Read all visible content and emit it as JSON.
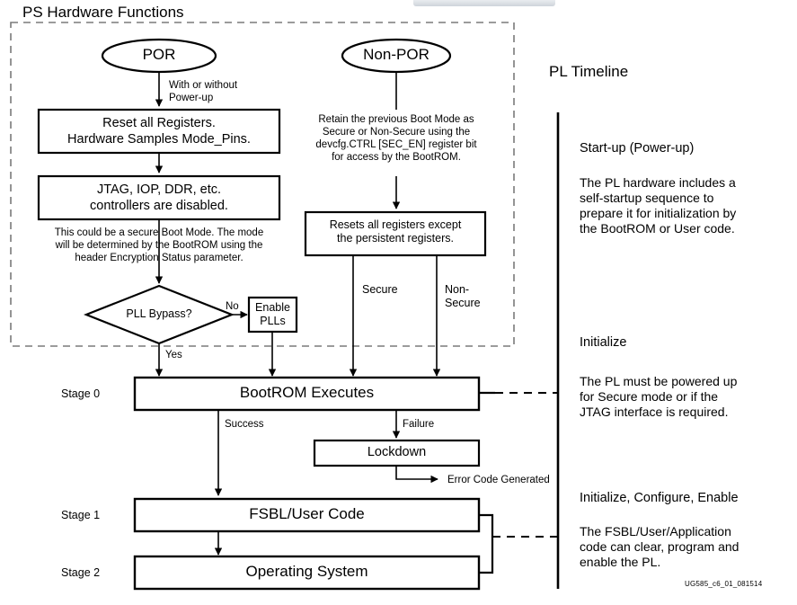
{
  "figure": {
    "group_title": "PS Hardware Functions",
    "timeline_title": "PL Timeline",
    "footer_id": "UG585_c6_01_081514",
    "colors": {
      "stroke": "#000000",
      "dashed_group": "#7a7a7a",
      "background": "#ffffff"
    }
  },
  "ps": {
    "por_node": "POR",
    "nonpor_node": "Non-POR",
    "por_arrow_note": "With or without\nPower-up",
    "box_reset_registers": "Reset all Registers.\nHardware Samples Mode_Pins.",
    "box_controllers_disabled": "JTAG, IOP, DDR, etc.\ncontrollers are disabled.",
    "note_secure_boot_mode": "This could be a secure Boot Mode. The mode\nwill be determined by the BootROM using the\nheader Encryption Status parameter.",
    "nonpor_note": "Retain the previous Boot Mode as\nSecure or Non-Secure using the\ndevcfg.CTRL [SEC_EN] register bit\nfor access by the BootROM.",
    "box_resets_persistent": "Resets all registers except\nthe persistent registers.",
    "label_secure": "Secure",
    "label_non_secure": "Non-\nSecure",
    "decision_pll_bypass": "PLL Bypass?",
    "label_no": "No",
    "label_yes": "Yes",
    "box_enable_plls": "Enable\nPLLs"
  },
  "stages": [
    {
      "name": "Stage 0",
      "box": "BootROM Executes"
    },
    {
      "name": "Stage 1",
      "box": "FSBL/User Code"
    },
    {
      "name": "Stage 2",
      "box": "Operating System"
    }
  ],
  "bootrom_branches": {
    "success": "Success",
    "failure": "Failure",
    "lockdown_box": "Lockdown",
    "error_code": "Error Code Generated"
  },
  "timeline_sections": [
    {
      "heading": "Start-up (Power-up)",
      "body": "The PL hardware includes a\nself-startup sequence to\nprepare it for initialization by\nthe BootROM or User code."
    },
    {
      "heading": "Initialize",
      "body": "The PL must be powered up\nfor Secure mode or if the\nJTAG interface is required."
    },
    {
      "heading": "Initialize, Configure, Enable",
      "body": "The FSBL/User/Application\ncode can clear, program and\nenable the PL."
    }
  ]
}
